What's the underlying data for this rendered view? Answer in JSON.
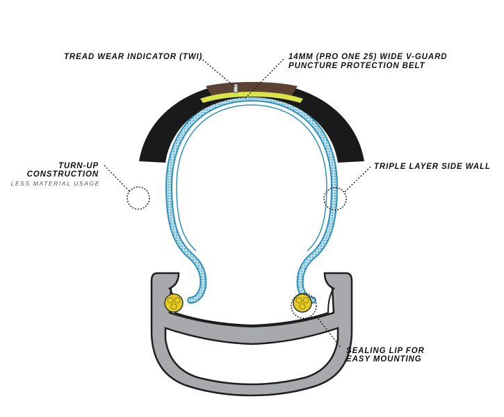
{
  "labels": {
    "tread_wear_indicator": "TREAD WEAR INDICATOR (TWI)",
    "guard_line1": "14MM (PRO ONE 25) WIDE V-GUARD",
    "guard_line2": "PUNCTURE PROTECTION BELT",
    "turnup_line1": "TURN-UP",
    "turnup_line2": "CONSTRUCTION",
    "turnup_sub": "LESS MATERIAL USAGE",
    "sidewall": "TRIPLE LAYER SIDE WALL",
    "sealing_line1": "SEALING LIP FOR",
    "sealing_line2": "EASY MOUNTING"
  },
  "colors": {
    "tread": "#1a1a1a",
    "tread_center": "#5b4234",
    "casing_blue": "#2f8fb8",
    "casing_light": "#b9dfe8",
    "puncture_belt": "#d9e34a",
    "rim": "#a7a9ac",
    "rim_outline": "#1e1e1e",
    "bead": "#e6cc22",
    "leader": "#222222"
  }
}
